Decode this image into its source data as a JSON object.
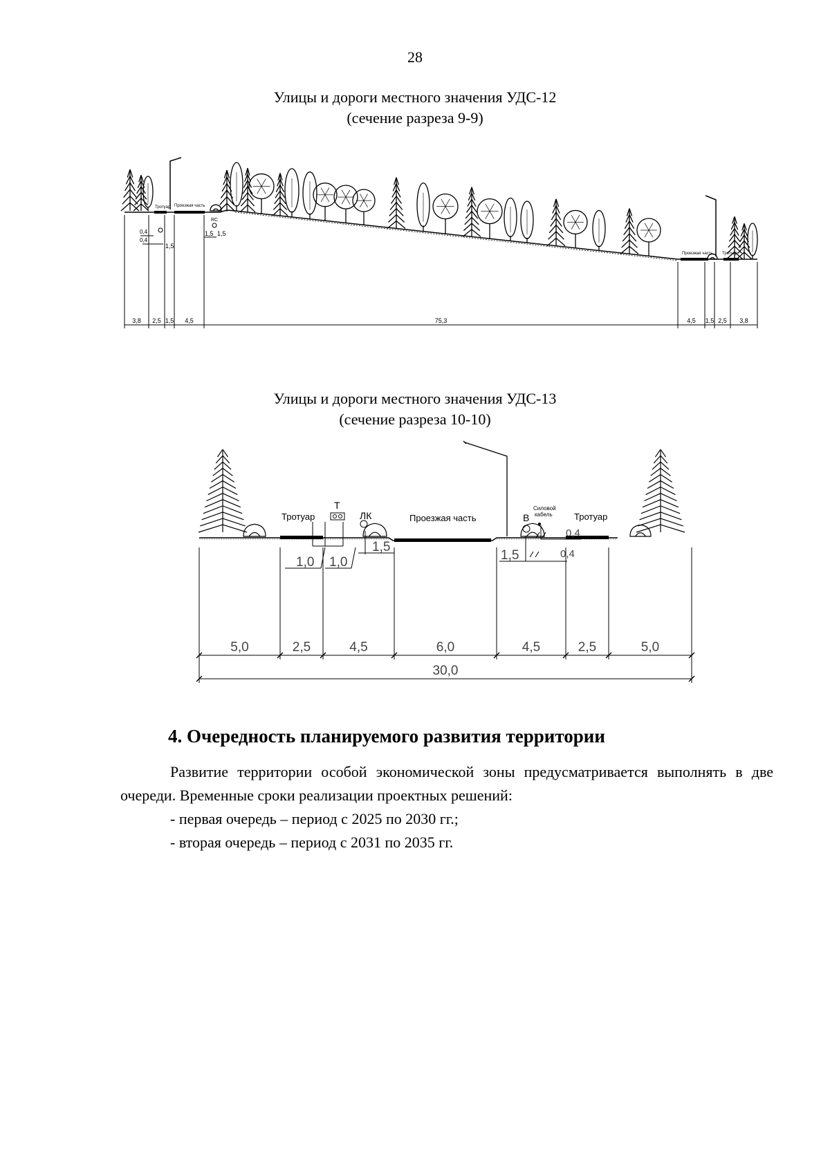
{
  "page_number": "28",
  "figure1": {
    "title_line1": "Улицы и дороги местного значения УДС-12",
    "title_line2": "(сечение разреза 9-9)",
    "labels": {
      "sidewalk_left": "Тротуар",
      "roadway_left": "Проезжая часть",
      "roadway_right": "Проезжая часть",
      "sidewalk_right": "Тротуар",
      "rs": "RC"
    },
    "annotations": [
      "0,4",
      "0,4",
      "1,5",
      "1,5",
      "1,5"
    ],
    "dimensions": [
      "3,8",
      "2,5",
      "1,5",
      "4,5",
      "75,3",
      "4,5",
      "1,5",
      "2,5",
      "3,8"
    ]
  },
  "figure2": {
    "title_line1": "Улицы и дороги местного значения УДС-13",
    "title_line2": "(сечение разреза 10-10)",
    "labels": {
      "sidewalk_left": "Тротуар",
      "roadway": "Проезжая часть",
      "sidewalk_right": "Тротуар",
      "t": "Т",
      "lk": "ЛК",
      "v": "В",
      "cable_line1": "Силовой",
      "cable_line2": "кабель"
    },
    "annotations": [
      "1,0",
      "1,0",
      "1,5",
      "1,5",
      "0,4",
      "0,4"
    ],
    "dimensions": [
      "5,0",
      "2,5",
      "4,5",
      "6,0",
      "4,5",
      "2,5",
      "5,0"
    ],
    "total": "30,0"
  },
  "section": {
    "heading": "4. Очередность планируемого развития территории",
    "paragraph": "Развитие территории особой экономической зоны предусматривается выполнять в две очереди. Временные сроки реализации проектных решений:",
    "items": [
      "- первая очередь – период с 2025 по 2030 гг.;",
      "- вторая очередь – период с 2031 по 2035 гг."
    ]
  }
}
